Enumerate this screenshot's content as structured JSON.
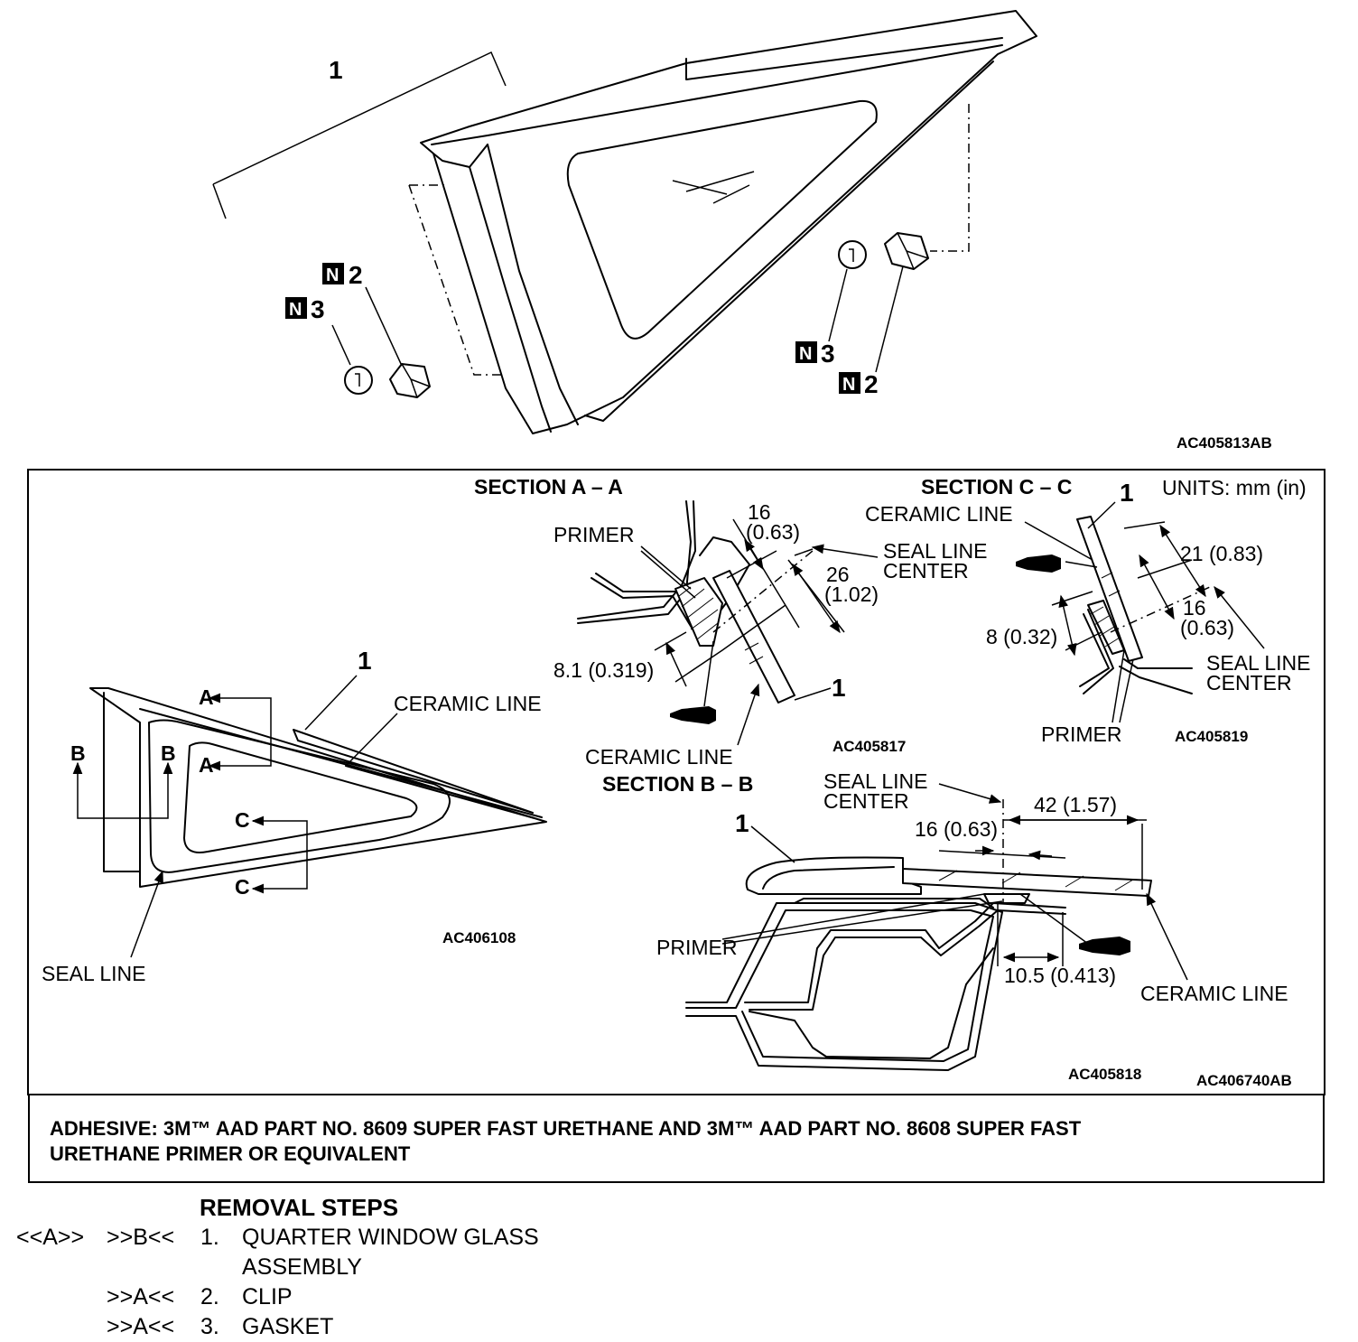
{
  "top_figure": {
    "code": "AC405813AB",
    "callout_1": "1",
    "clip_left": {
      "badge": "N",
      "num": "2"
    },
    "gasket_left": {
      "badge": "N",
      "num": "3"
    },
    "gasket_right": {
      "badge": "N",
      "num": "3"
    },
    "clip_right": {
      "badge": "N",
      "num": "2"
    }
  },
  "detail_panel": {
    "units": "UNITS: mm (in)",
    "panel_code": "AC406740AB",
    "overview": {
      "code": "AC406108",
      "callout_1": "1",
      "ceramic_line": "CERAMIC LINE",
      "seal_line": "SEAL LINE",
      "section_marks": [
        "A",
        "A",
        "B",
        "B",
        "C",
        "C"
      ]
    },
    "section_a": {
      "title": "SECTION A – A",
      "code": "AC405817",
      "primer": "PRIMER",
      "dim_16": "16",
      "dim_16_in": "(0.63)",
      "seal_line_center_1": "SEAL LINE",
      "seal_line_center_2": "CENTER",
      "dim_26": "26",
      "dim_26_in": "(1.02)",
      "dim_8_1": "8.1 (0.319)",
      "ceramic_line": "CERAMIC LINE",
      "callout_1": "1"
    },
    "section_c": {
      "title": "SECTION C – C",
      "code": "AC405819",
      "callout_1": "1",
      "ceramic_line": "CERAMIC LINE",
      "dim_21": "21 (0.83)",
      "dim_16": "16",
      "dim_16_in": "(0.63)",
      "dim_8": "8 (0.32)",
      "seal_line_center_1": "SEAL LINE",
      "seal_line_center_2": "CENTER",
      "primer": "PRIMER"
    },
    "section_b": {
      "title": "SECTION B – B",
      "code": "AC405818",
      "seal_line_center_1": "SEAL LINE",
      "seal_line_center_2": "CENTER",
      "dim_42": "42 (1.57)",
      "dim_16": "16 (0.63)",
      "callout_1": "1",
      "primer": "PRIMER",
      "dim_10_5": "10.5 (0.413)",
      "ceramic_line": "CERAMIC LINE"
    }
  },
  "adhesive_note": "ADHESIVE: 3M™ AAD PART NO. 8609 SUPER FAST URETHANE AND 3M™ AAD PART NO. 8608 SUPER FAST\nURETHANE PRIMER OR EQUIVALENT",
  "removal_steps": {
    "title": "REMOVAL STEPS",
    "steps": [
      {
        "proc1": "<<A>>",
        "proc2": ">>B<<",
        "num": "1.",
        "text": "QUARTER WINDOW GLASS"
      },
      {
        "proc1": "",
        "proc2": "",
        "num": "",
        "text": "ASSEMBLY"
      },
      {
        "proc1": "",
        "proc2": ">>A<<",
        "num": "2.",
        "text": "CLIP"
      },
      {
        "proc1": "",
        "proc2": ">>A<<",
        "num": "3.",
        "text": "GASKET"
      }
    ]
  }
}
